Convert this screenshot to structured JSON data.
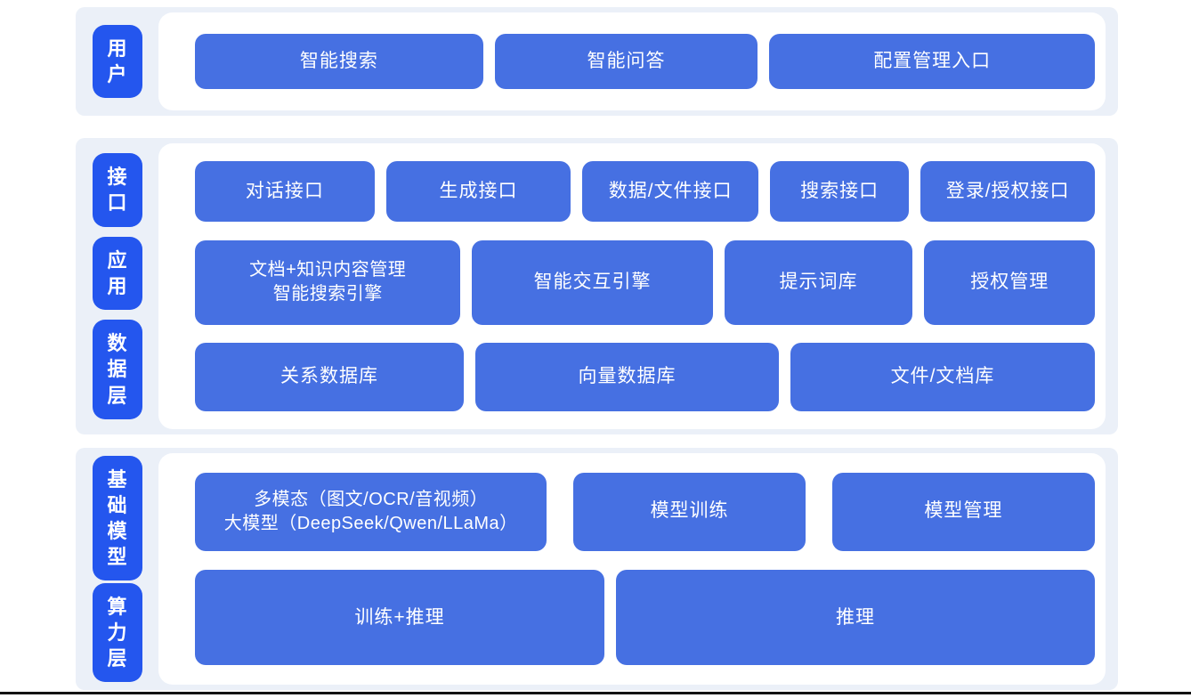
{
  "colors": {
    "tab_blue": "#2456ee",
    "block_blue": "#4670e2",
    "band_background": "#ebf0f8",
    "panel_background": "#ffffff",
    "text": "#ffffff"
  },
  "sections": [
    {
      "id": "user-layer",
      "tabs": [
        {
          "label": "用户"
        }
      ],
      "rows": [
        {
          "buttons": [
            {
              "label": "智能搜索"
            },
            {
              "label": "智能问答"
            },
            {
              "label": "配置管理入口"
            }
          ]
        }
      ]
    },
    {
      "id": "interface-application-data-layer",
      "tabs": [
        {
          "label": "接口"
        },
        {
          "label": "应用"
        },
        {
          "label": "数据层"
        }
      ],
      "rows": [
        {
          "buttons": [
            {
              "label": "对话接口"
            },
            {
              "label": "生成接口"
            },
            {
              "label": "数据/文件接口"
            },
            {
              "label": "搜索接口"
            },
            {
              "label": "登录/授权接口"
            }
          ]
        },
        {
          "buttons": [
            {
              "label": "文档+知识内容管理\n智能搜索引擎"
            },
            {
              "label": "智能交互引擎"
            },
            {
              "label": "提示词库"
            },
            {
              "label": "授权管理"
            }
          ]
        },
        {
          "buttons": [
            {
              "label": "关系数据库"
            },
            {
              "label": "向量数据库"
            },
            {
              "label": "文件/文档库"
            }
          ]
        }
      ]
    },
    {
      "id": "foundation-compute-layer",
      "tabs": [
        {
          "label": "基础模型"
        },
        {
          "label": "算力层"
        }
      ],
      "rows": [
        {
          "buttons": [
            {
              "label": "多模态（图文/OCR/音视频）\n大模型（DeepSeek/Qwen/LLaMa）"
            },
            {
              "label": "模型训练"
            },
            {
              "label": "模型管理"
            }
          ]
        },
        {
          "buttons": [
            {
              "label": "训练+推理"
            },
            {
              "label": "推理"
            }
          ]
        }
      ]
    }
  ]
}
